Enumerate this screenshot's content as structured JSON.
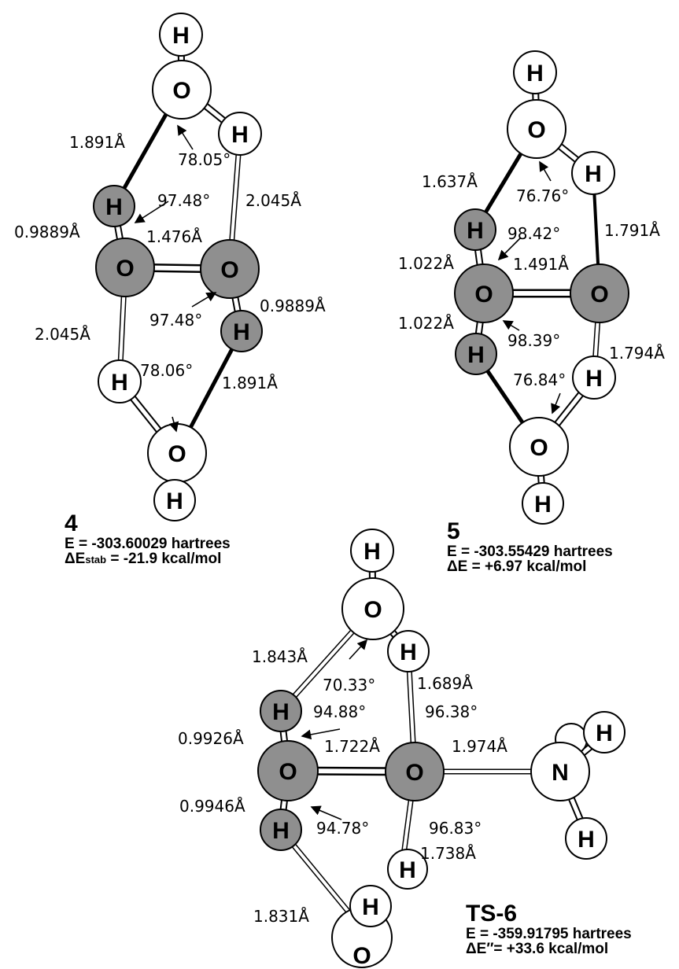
{
  "colors": {
    "atom_shaded": "#8f8f8f",
    "atom_white": "#ffffff",
    "bond_dark": "#000000",
    "outline": "#000000"
  },
  "molecules": {
    "m4": {
      "label": "4",
      "energy_line": "E = -303.60029 hartrees",
      "delta_prefix": "ΔE",
      "delta_sub": "stab",
      "delta_rest": " = -21.9 kcal/mol",
      "atoms": [
        "H",
        "O",
        "H",
        "H",
        "O",
        "O",
        "H",
        "H",
        "O",
        "H"
      ],
      "annotations": [
        "1.891Å",
        "78.05°",
        "2.045Å",
        "97.48°",
        "0.9889Å",
        "1.476Å",
        "0.9889Å",
        "97.48°",
        "2.045Å",
        "78.06°",
        "1.891Å"
      ]
    },
    "m5": {
      "label": "5",
      "energy_line": "E = -303.55429 hartrees",
      "delta_line": "ΔE = +6.97 kcal/mol",
      "atoms": [
        "H",
        "O",
        "H",
        "H",
        "O",
        "O",
        "H",
        "H",
        "O",
        "H"
      ],
      "annotations": [
        "1.637Å",
        "76.76°",
        "1.791Å",
        "98.42°",
        "1.022Å",
        "1.491Å",
        "1.022Å",
        "98.39°",
        "1.794Å",
        "76.84°"
      ]
    },
    "ts6": {
      "label": "TS-6",
      "energy_line": "E = -359.91795 hartrees",
      "delta_line": "ΔE″= +33.6 kcal/mol",
      "atoms": [
        "H",
        "O",
        "H",
        "H",
        "O",
        "O",
        "H",
        "H",
        "N",
        "H",
        "H",
        "H",
        "O"
      ],
      "annotations": [
        "1.843Å",
        "70.33°",
        "1.689Å",
        "94.88°",
        "96.38°",
        "0.9926Å",
        "1.722Å",
        "1.974Å",
        "0.9946Å",
        "94.78°",
        "96.83°",
        "1.738Å",
        "1.831Å"
      ]
    }
  }
}
